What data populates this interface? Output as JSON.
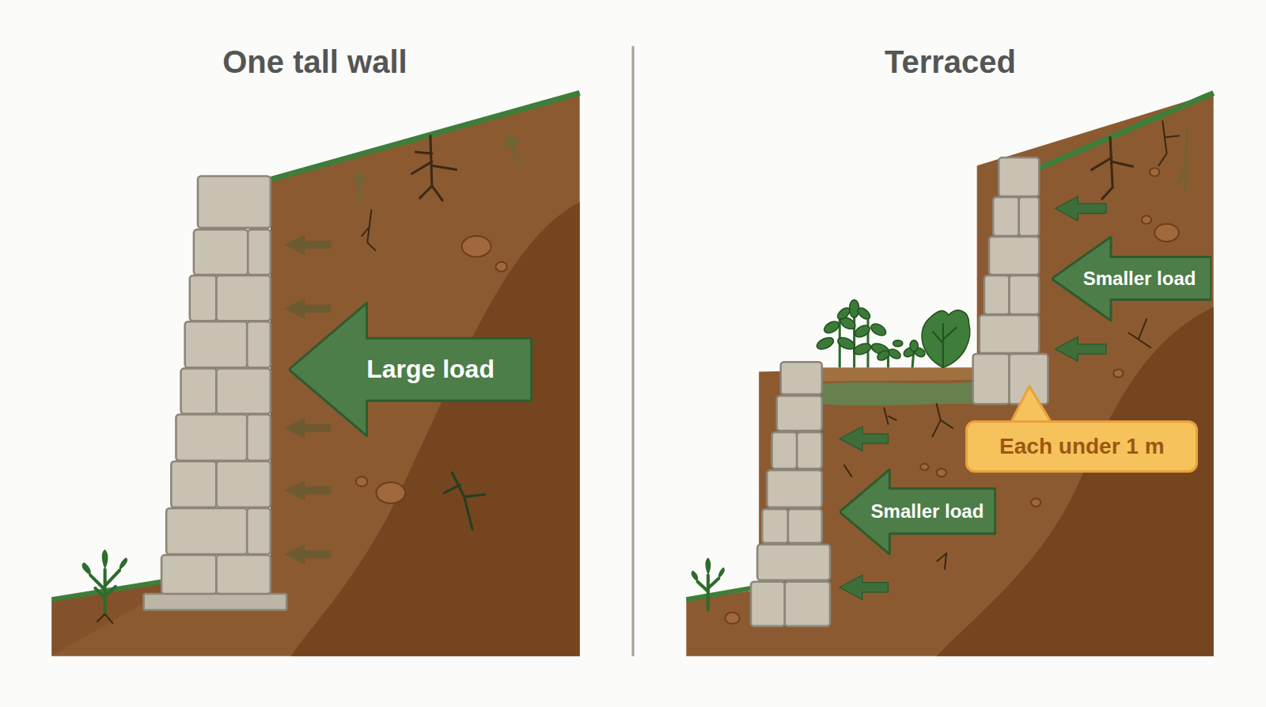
{
  "diagram": {
    "nodes": [
      {
        "text": [
          "Large load"
        ]
      },
      {
        "text": [
          "Smaller load"
        ]
      },
      {
        "text": [
          "Each under 1 m"
        ]
      },
      {
        "text": [
          "Smaller load"
        ]
      }
    ],
    "labels": [
      "One tall wall",
      "Terraced"
    ]
  }
}
